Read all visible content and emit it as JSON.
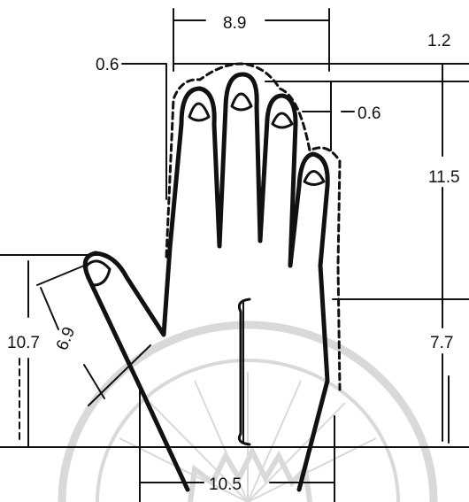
{
  "figure": {
    "subject": "hand-dimension-diagram",
    "colors": {
      "ink": "#111111",
      "watermark": "#d9d9d9",
      "background": "#ffffff"
    },
    "labels": {
      "fingers_span": "8.9",
      "top_right_offset": "1.2",
      "left_top_offset": "0.6",
      "inner_gap": "0.6",
      "finger_length": "11.5",
      "palm_length": "7.7",
      "thumb_dimension": "10.7",
      "thumb_length": "6.9",
      "palm_width": "10.5"
    }
  }
}
